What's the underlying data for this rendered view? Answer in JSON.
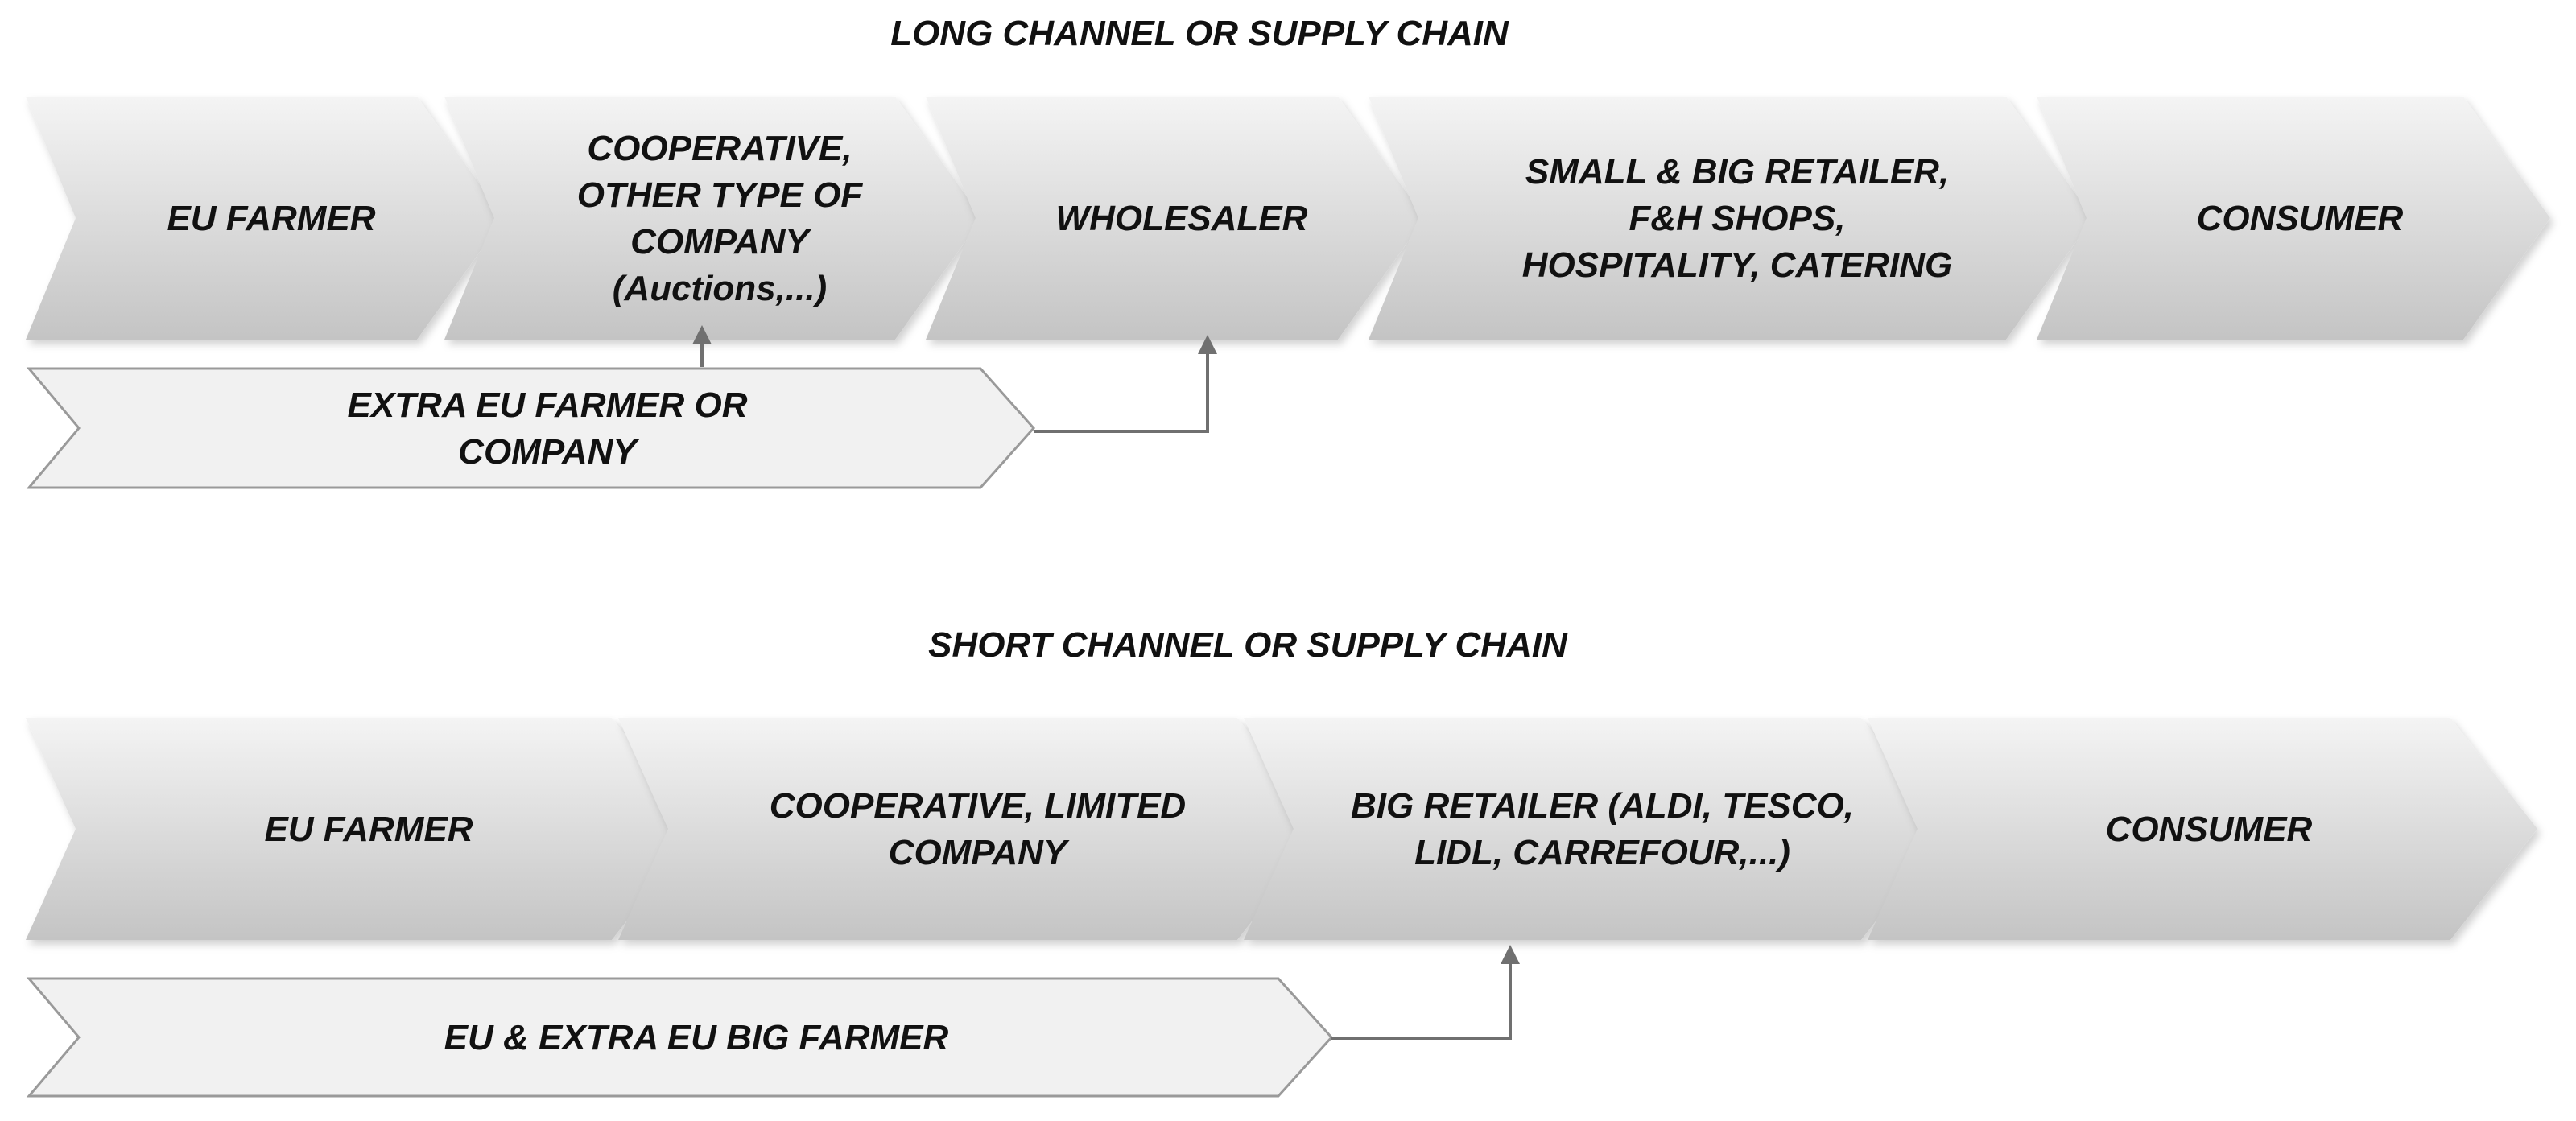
{
  "long_chain": {
    "title": "LONG CHANNEL OR SUPPLY CHAIN",
    "steps": [
      {
        "lines": [
          "EU FARMER"
        ]
      },
      {
        "lines": [
          "COOPERATIVE,",
          "OTHER TYPE  OF",
          "COMPANY",
          "(Auctions,...)"
        ]
      },
      {
        "lines": [
          "WHOLESALER"
        ]
      },
      {
        "lines": [
          "SMALL & BIG RETAILER,",
          "F&H SHOPS,",
          "HOSPITALITY,  CATERING"
        ]
      },
      {
        "lines": [
          "CONSUMER"
        ]
      }
    ],
    "side_input": {
      "lines": [
        "EXTRA EU FARMER OR",
        "COMPANY"
      ]
    }
  },
  "short_chain": {
    "title": "SHORT CHANNEL OR SUPPLY CHAIN",
    "steps": [
      {
        "lines": [
          "EU FARMER"
        ]
      },
      {
        "lines": [
          "COOPERATIVE, LIMITED",
          "COMPANY"
        ]
      },
      {
        "lines": [
          "BIG RETAILER (ALDI, TESCO,",
          "LIDL,  CARREFOUR,...)"
        ]
      },
      {
        "lines": [
          "CONSUMER"
        ]
      }
    ],
    "side_input": {
      "lines": [
        "EU & EXTRA EU BIG FARMER"
      ]
    }
  },
  "colors": {
    "chevron_top": "#f4f4f4",
    "chevron_bottom": "#c4c4c4",
    "side_fill": "#f1f1f1",
    "side_stroke": "#9a9a9a",
    "connector": "#707070",
    "text": "#111111"
  }
}
